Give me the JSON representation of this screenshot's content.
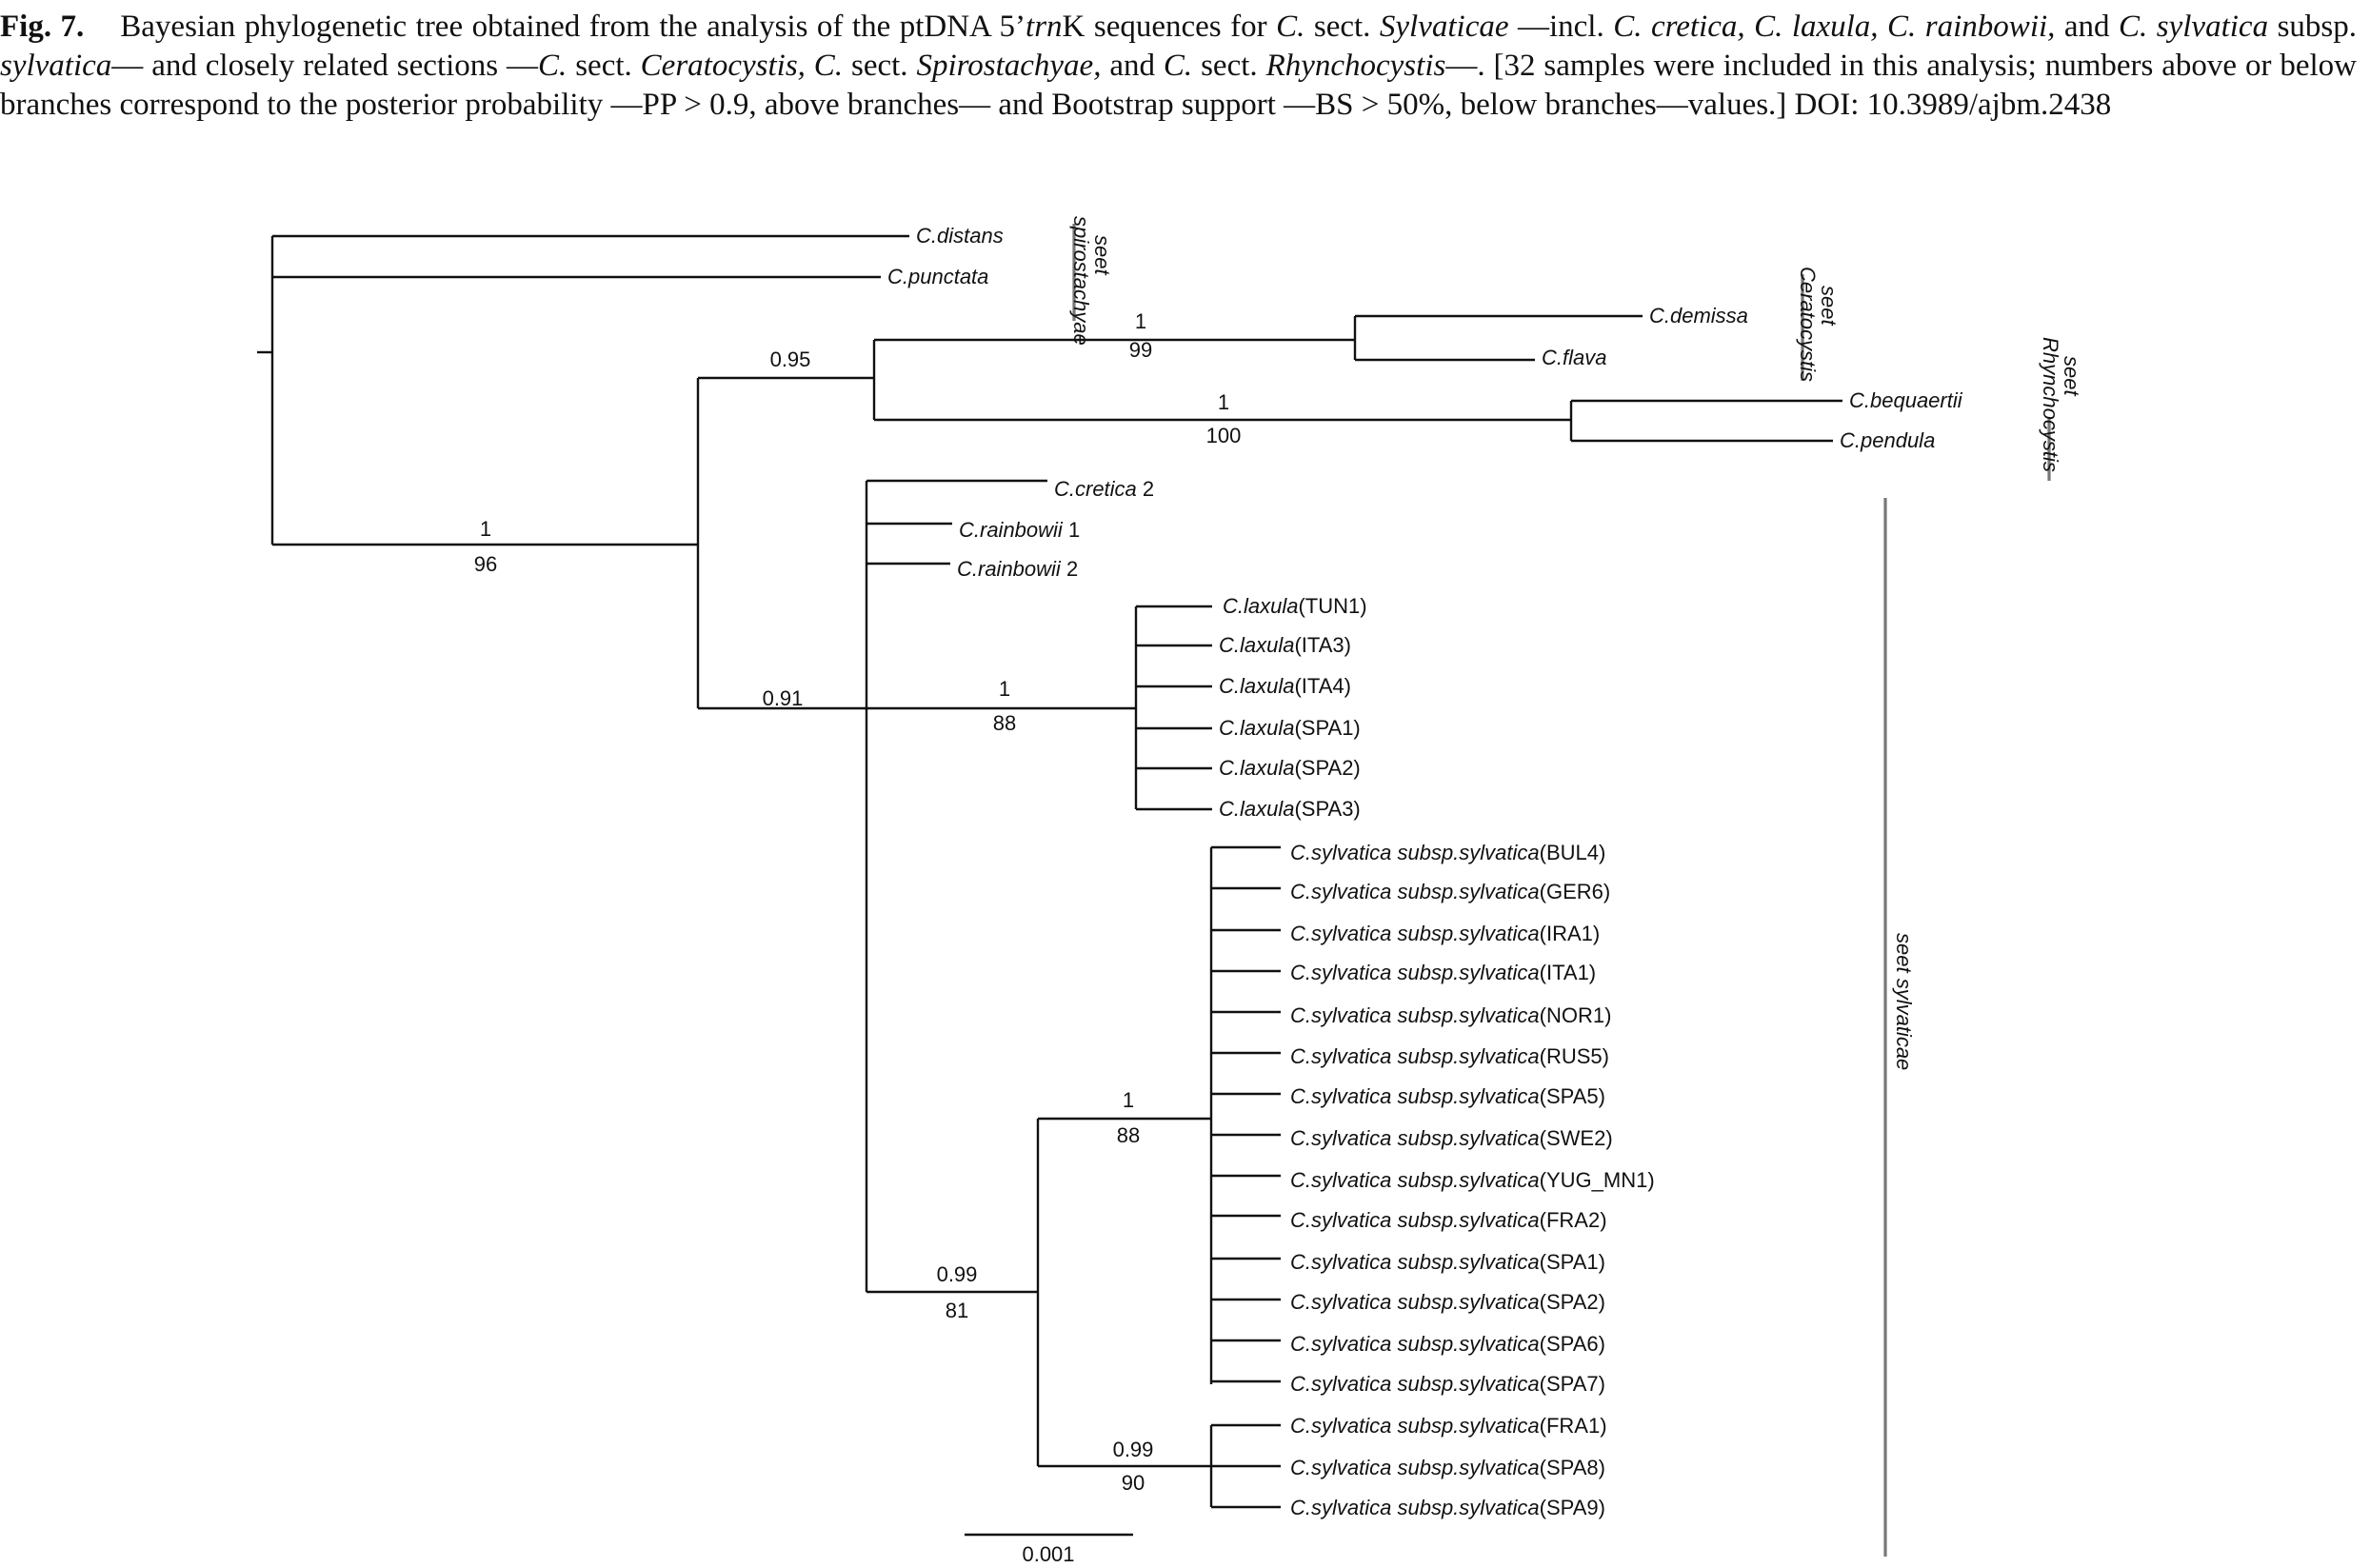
{
  "caption": {
    "fig_label": "Fig. 7.",
    "p1": "Bayesian phylogenetic tree obtained from the analysis of the ptDNA 5’",
    "p1_it": "trn",
    "p2": "K sequences for ",
    "p2_it": "C.",
    "p3": " sect. ",
    "p3_it": "Sylvaticae",
    "p4": " —incl. ",
    "p4_it": "C. cretica, C. laxula, C. rainbowii,",
    "p5": " and ",
    "p5_it": "C. sylvatica",
    "p6": " subsp. ",
    "p6_it": "sylvatica",
    "p7": "— and closely related sections —",
    "p7_it": "C.",
    "p8": " sect. ",
    "p8_it": "Ceratocystis, C.",
    "p9": " sect. ",
    "p9_it": "Spirostachyae,",
    "p10": " and ",
    "p10_it": "C.",
    "p11": " sect. ",
    "p11_it": "Rhynchocystis",
    "p12": "—. [32 samples were included in this analysis; numbers above or below branches correspond to the posterior probability —PP > 0.9, above branches— and Bootstrap support —BS > 50%, below branches—values.] DOI: 10.3989/ajbm.2438"
  },
  "taxa": [
    {
      "sp": "C.distans",
      "tag": ""
    },
    {
      "sp": "C.punctata",
      "tag": ""
    },
    {
      "sp": "C.demissa",
      "tag": ""
    },
    {
      "sp": "C.flava",
      "tag": ""
    },
    {
      "sp": "C.bequaertii",
      "tag": ""
    },
    {
      "sp": "C.pendula",
      "tag": ""
    },
    {
      "sp": "C.cretica",
      "tag": " 2"
    },
    {
      "sp": "C.rainbowii",
      "tag": " 1"
    },
    {
      "sp": "C.rainbowii",
      "tag": " 2"
    },
    {
      "sp": "C.laxula",
      "tag": "(TUN1)"
    },
    {
      "sp": "C.laxula",
      "tag": "(ITA3)"
    },
    {
      "sp": "C.laxula",
      "tag": "(ITA4)"
    },
    {
      "sp": "C.laxula",
      "tag": "(SPA1)"
    },
    {
      "sp": "C.laxula",
      "tag": "(SPA2)"
    },
    {
      "sp": "C.laxula",
      "tag": "(SPA3)"
    },
    {
      "sp": "C.sylvatica subsp.sylvatica",
      "tag": "(BUL4)"
    },
    {
      "sp": "C.sylvatica subsp.sylvatica",
      "tag": "(GER6)"
    },
    {
      "sp": "C.sylvatica subsp.sylvatica",
      "tag": "(IRA1)"
    },
    {
      "sp": "C.sylvatica subsp.sylvatica",
      "tag": "(ITA1)"
    },
    {
      "sp": "C.sylvatica subsp.sylvatica",
      "tag": "(NOR1)"
    },
    {
      "sp": "C.sylvatica subsp.sylvatica",
      "tag": "(RUS5)"
    },
    {
      "sp": "C.sylvatica subsp.sylvatica",
      "tag": "(SPA5)"
    },
    {
      "sp": "C.sylvatica subsp.sylvatica",
      "tag": "(SWE2)"
    },
    {
      "sp": "C.sylvatica subsp.sylvatica",
      "tag": "(YUG_MN1)"
    },
    {
      "sp": "C.sylvatica subsp.sylvatica",
      "tag": "(FRA2)"
    },
    {
      "sp": "C.sylvatica subsp.sylvatica",
      "tag": "(SPA1)"
    },
    {
      "sp": "C.sylvatica subsp.sylvatica",
      "tag": "(SPA2)"
    },
    {
      "sp": "C.sylvatica subsp.sylvatica",
      "tag": "(SPA6)"
    },
    {
      "sp": "C.sylvatica subsp.sylvatica",
      "tag": "(SPA7)"
    },
    {
      "sp": "C.sylvatica subsp.sylvatica",
      "tag": "(FRA1)"
    },
    {
      "sp": "C.sylvatica subsp.sylvatica",
      "tag": "(SPA8)"
    },
    {
      "sp": "C.sylvatica subsp.sylvatica",
      "tag": "(SPA9)"
    }
  ],
  "supports": [
    {
      "id": "s1",
      "text": "1"
    },
    {
      "id": "s2",
      "text": "96"
    },
    {
      "id": "s3",
      "text": "0.95"
    },
    {
      "id": "s4",
      "text": "1"
    },
    {
      "id": "s5",
      "text": "99"
    },
    {
      "id": "s6",
      "text": "1"
    },
    {
      "id": "s7",
      "text": "100"
    },
    {
      "id": "s8",
      "text": "0.91"
    },
    {
      "id": "s9",
      "text": "1"
    },
    {
      "id": "s10",
      "text": "88"
    },
    {
      "id": "s11",
      "text": "0.99"
    },
    {
      "id": "s12",
      "text": "81"
    },
    {
      "id": "s13",
      "text": "1"
    },
    {
      "id": "s14",
      "text": "88"
    },
    {
      "id": "s15",
      "text": "0.99"
    },
    {
      "id": "s16",
      "text": "90"
    }
  ],
  "sections": [
    {
      "line1": "seet",
      "line2": "spirostachyae"
    },
    {
      "line1": "seet",
      "line2": "Ceratocystis"
    },
    {
      "line1": "seet",
      "line2": "Rhynchocystis"
    },
    {
      "line1": "seet",
      "line2": "sylvaticae"
    }
  ],
  "scale_label": "0.001"
}
